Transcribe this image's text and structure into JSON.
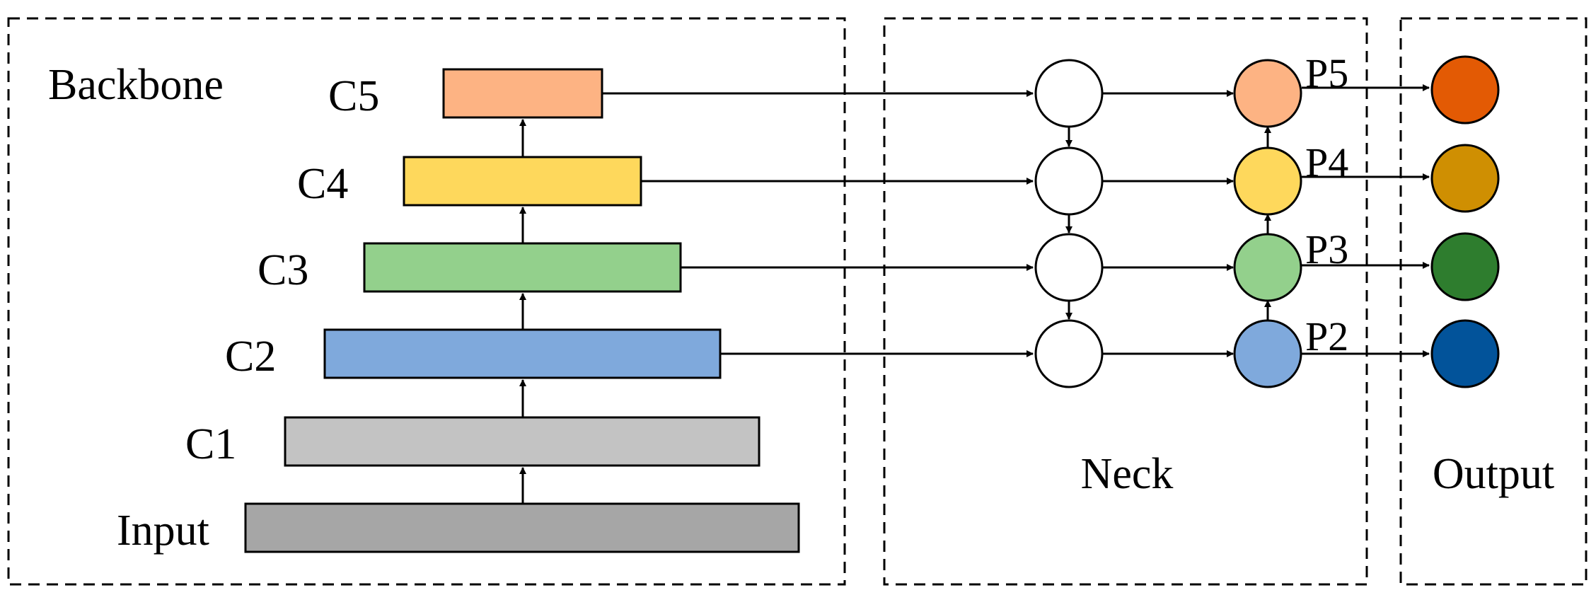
{
  "sections": {
    "backbone": "Backbone",
    "neck": "Neck",
    "output": "Output"
  },
  "backbone_layers": [
    {
      "id": "input",
      "label": "Input",
      "color": "#a6a6a6"
    },
    {
      "id": "c1",
      "label": "C1",
      "color": "#c3c3c3"
    },
    {
      "id": "c2",
      "label": "C2",
      "color": "#7fa9dc"
    },
    {
      "id": "c3",
      "label": "C3",
      "color": "#93d08c"
    },
    {
      "id": "c4",
      "label": "C4",
      "color": "#fed85c"
    },
    {
      "id": "c5",
      "label": "C5",
      "color": "#fdb383"
    }
  ],
  "neck_nodes": {
    "lateral_color": "#ffffff",
    "pyramid": [
      {
        "id": "p5",
        "label": "P5",
        "color": "#fdb383"
      },
      {
        "id": "p4",
        "label": "P4",
        "color": "#fed85c"
      },
      {
        "id": "p3",
        "label": "P3",
        "color": "#93d08c"
      },
      {
        "id": "p2",
        "label": "P2",
        "color": "#7fa9dc"
      }
    ]
  },
  "outputs": [
    {
      "id": "o5",
      "color": "#e35a04"
    },
    {
      "id": "o4",
      "color": "#cf8f02"
    },
    {
      "id": "o3",
      "color": "#2e7d2e"
    },
    {
      "id": "o2",
      "color": "#02539a"
    }
  ]
}
